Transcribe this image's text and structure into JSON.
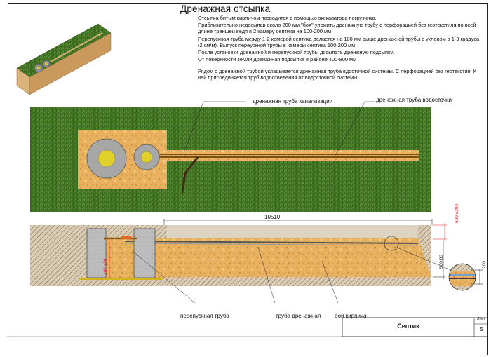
{
  "title": "Дренажная отсыпка",
  "description": [
    "Отсыпка битым кирпичом позводится с помощью экскаватора погрузчика.",
    "Приблизительно недосыпав около 200 мм \"боя\" уложить дренажную трубу с перфорацией без геотекстиля по всей длине траншеи ведя в 2 камеру септика на 100-200 мм",
    "Перепускная труба между 1-2 камерой септика делается на 100 мм выше дренажной трубы с уклоном  в 1-3 градуса (2 см/м). Выпуск переускной трубы в камеры септика 100-200 мм.",
    "После установки дренажной и перепускной трубы досыпать дренжную подсыпку.",
    "От поверхности земли дренажная подсыпка в районе 400-800 мм"
  ],
  "description_extra": "Рядом с дренажной трубой укладывается дренажная труба вдосточной системы. С перфорацией без геотекстия. К ней присоединяется труб водоотведения от водосточной системы.",
  "plan_labels": {
    "sewer_pipe": "дренажная труба канализации",
    "storm_pipe": "дренажная труба водосточки"
  },
  "section_labels": {
    "length": "10510",
    "depth_top": "600 ±200",
    "depth_total": "500.00",
    "offset": "100 ±20",
    "detail_dim": "200",
    "overflow_pipe": "перепускная труба",
    "drain_pipe": "труба дренажная",
    "brick_fill": "бой кирпича"
  },
  "stamp": {
    "name": "Септик",
    "sheet_label": "Лист",
    "sheet_number": "5"
  },
  "colors": {
    "grass": "#3f6e22",
    "sand": "#e8b160",
    "soil_hatch": "#c9b79c",
    "pipe_brown": "#7a4f14",
    "dim_red": "#e02020"
  }
}
